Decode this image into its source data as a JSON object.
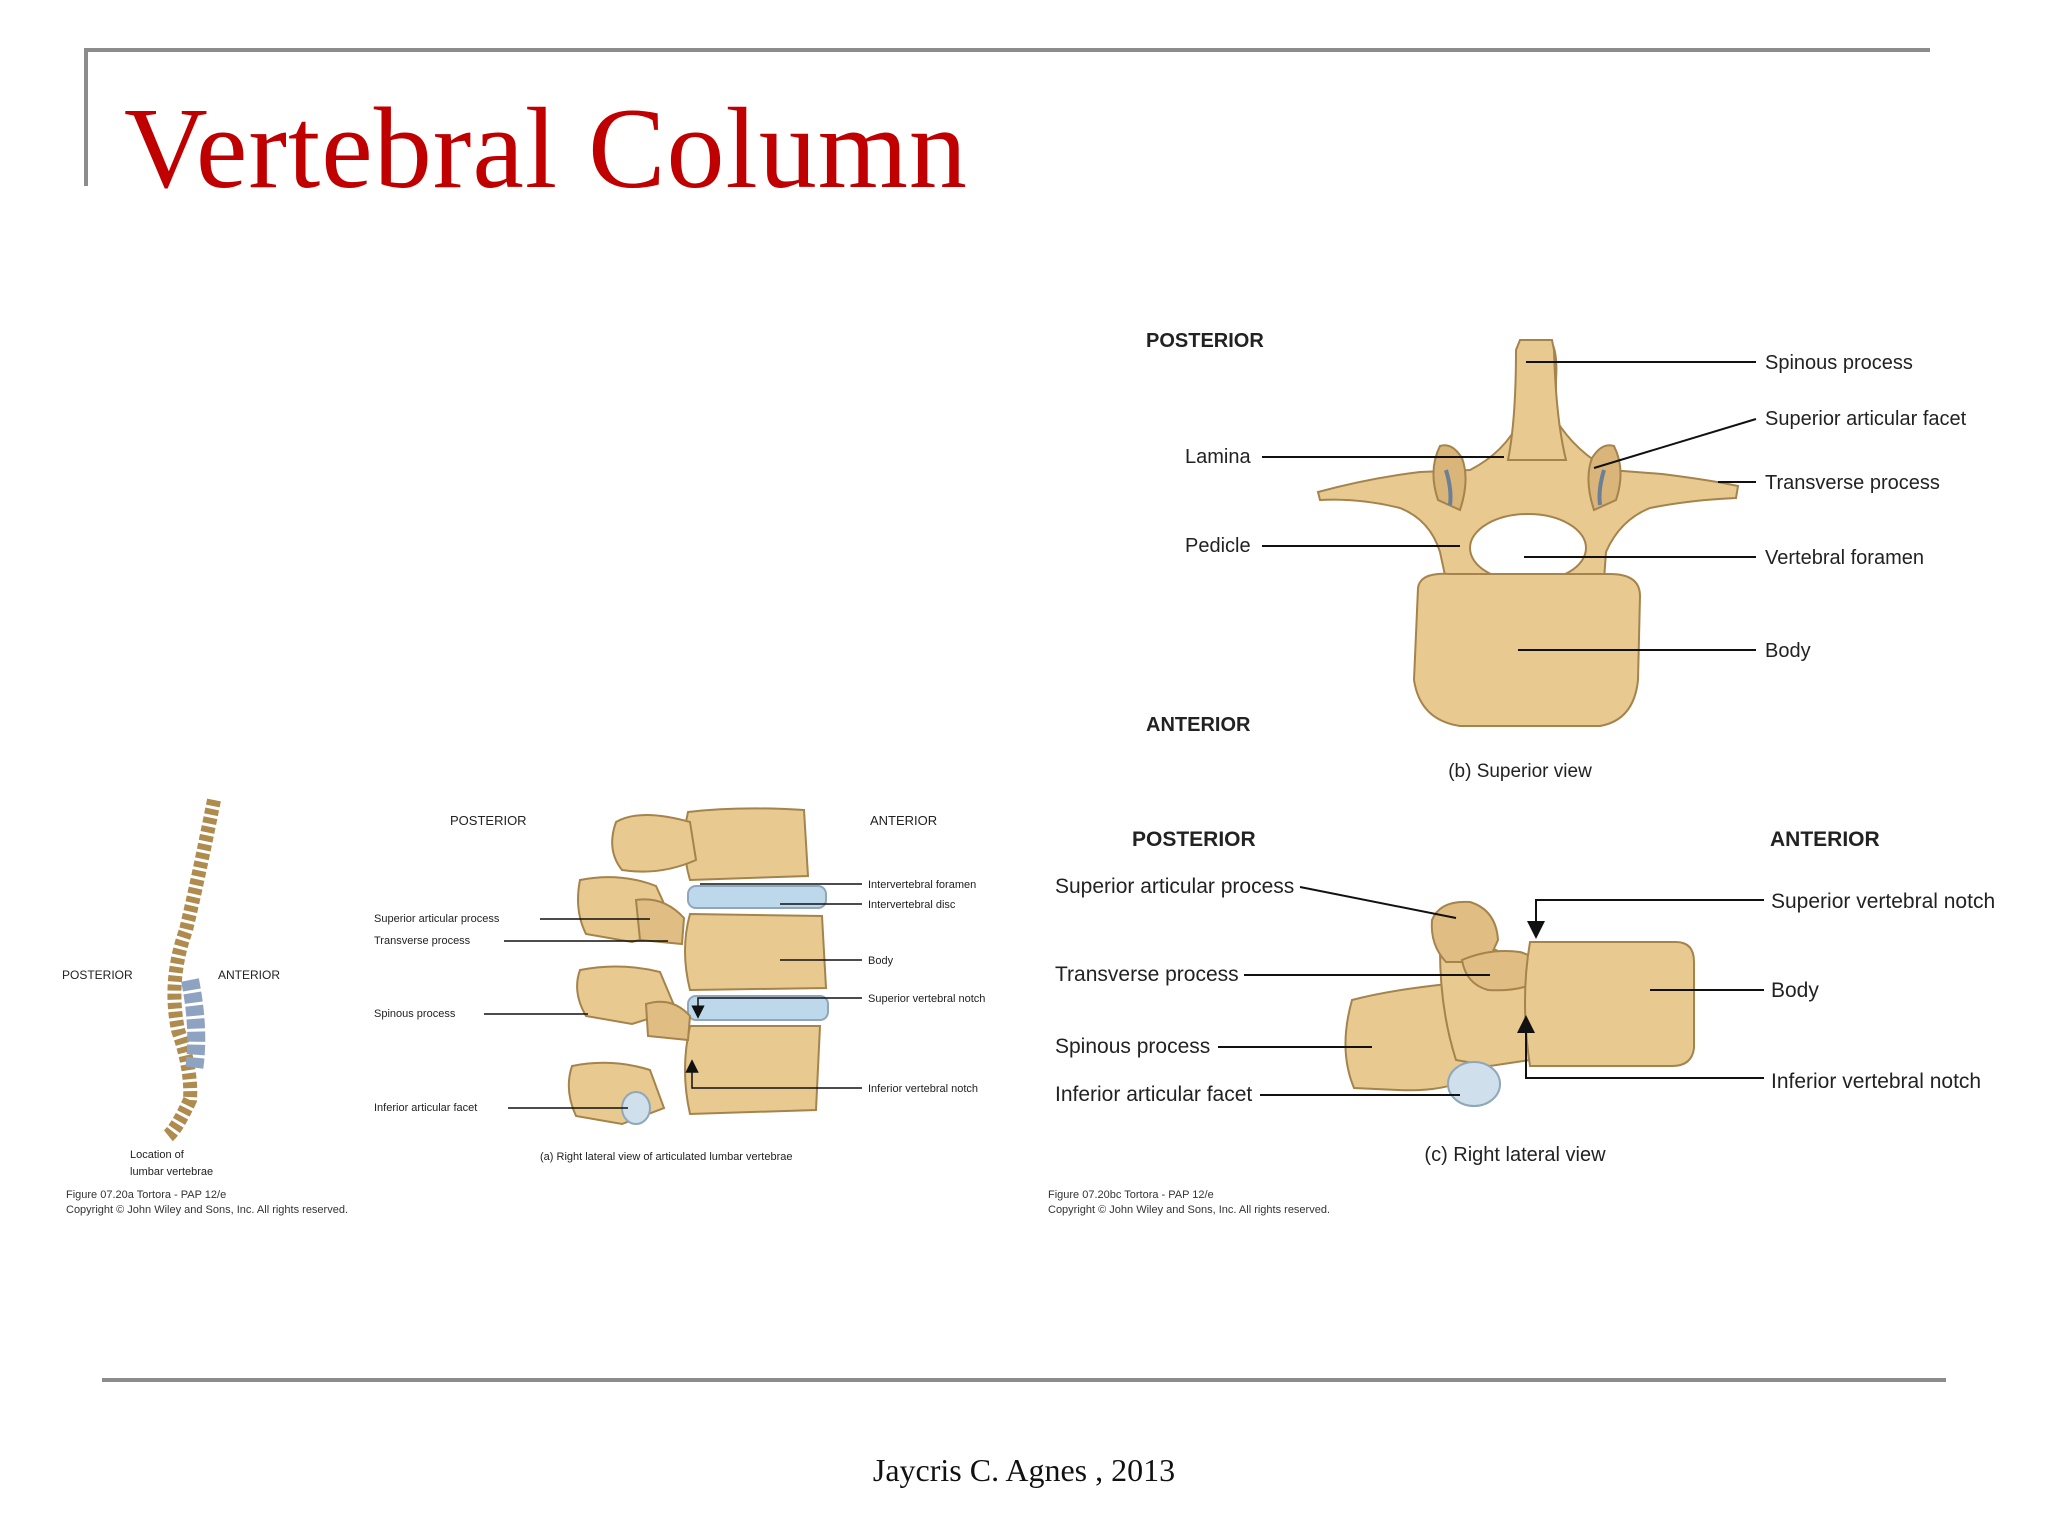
{
  "slide": {
    "title": "Vertebral Column",
    "footer": "Jaycris C. Agnes , 2013"
  },
  "colors": {
    "title": "#c00000",
    "rule": "#8c8c8c",
    "bone": "#e8c98f",
    "disc": "#bcd8ea"
  },
  "figure_a": {
    "orientation": {
      "posterior": "POSTERIOR",
      "anterior": "ANTERIOR"
    },
    "spine_orientation": {
      "posterior": "POSTERIOR",
      "anterior": "ANTERIOR"
    },
    "spine_caption_1": "Location of",
    "spine_caption_2": "lumbar vertebrae",
    "left_labels": {
      "superior_articular_process": "Superior articular process",
      "transverse_process": "Transverse process",
      "spinous_process": "Spinous process",
      "inferior_articular_facet": "Inferior articular facet"
    },
    "right_labels": {
      "intervertebral_foramen": "Intervertebral foramen",
      "intervertebral_disc": "Intervertebral disc",
      "body": "Body",
      "superior_vertebral_notch": "Superior vertebral notch",
      "inferior_vertebral_notch": "Inferior vertebral notch"
    },
    "caption": "(a) Right lateral view of articulated lumbar vertebrae",
    "credit_1": "Figure 07.20a  Tortora - PAP 12/e",
    "credit_2": "Copyright © John Wiley and Sons, Inc. All rights reserved."
  },
  "figure_b": {
    "orientation": {
      "posterior": "POSTERIOR",
      "anterior": "ANTERIOR"
    },
    "left_labels": {
      "lamina": "Lamina",
      "pedicle": "Pedicle"
    },
    "right_labels": {
      "spinous_process": "Spinous process",
      "superior_articular_facet": "Superior articular facet",
      "transverse_process": "Transverse process",
      "vertebral_foramen": "Vertebral foramen",
      "body": "Body"
    },
    "caption": "(b) Superior view"
  },
  "figure_c": {
    "orientation": {
      "posterior": "POSTERIOR",
      "anterior": "ANTERIOR"
    },
    "left_labels": {
      "superior_articular_process": "Superior articular process",
      "transverse_process": "Transverse process",
      "spinous_process": "Spinous process",
      "inferior_articular_facet": "Inferior articular facet"
    },
    "right_labels": {
      "superior_vertebral_notch": "Superior vertebral notch",
      "body": "Body",
      "inferior_vertebral_notch": "Inferior vertebral notch"
    },
    "caption": "(c) Right lateral view",
    "credit_1": "Figure 07.20bc  Tortora - PAP 12/e",
    "credit_2": "Copyright © John Wiley and Sons, Inc. All rights reserved."
  }
}
